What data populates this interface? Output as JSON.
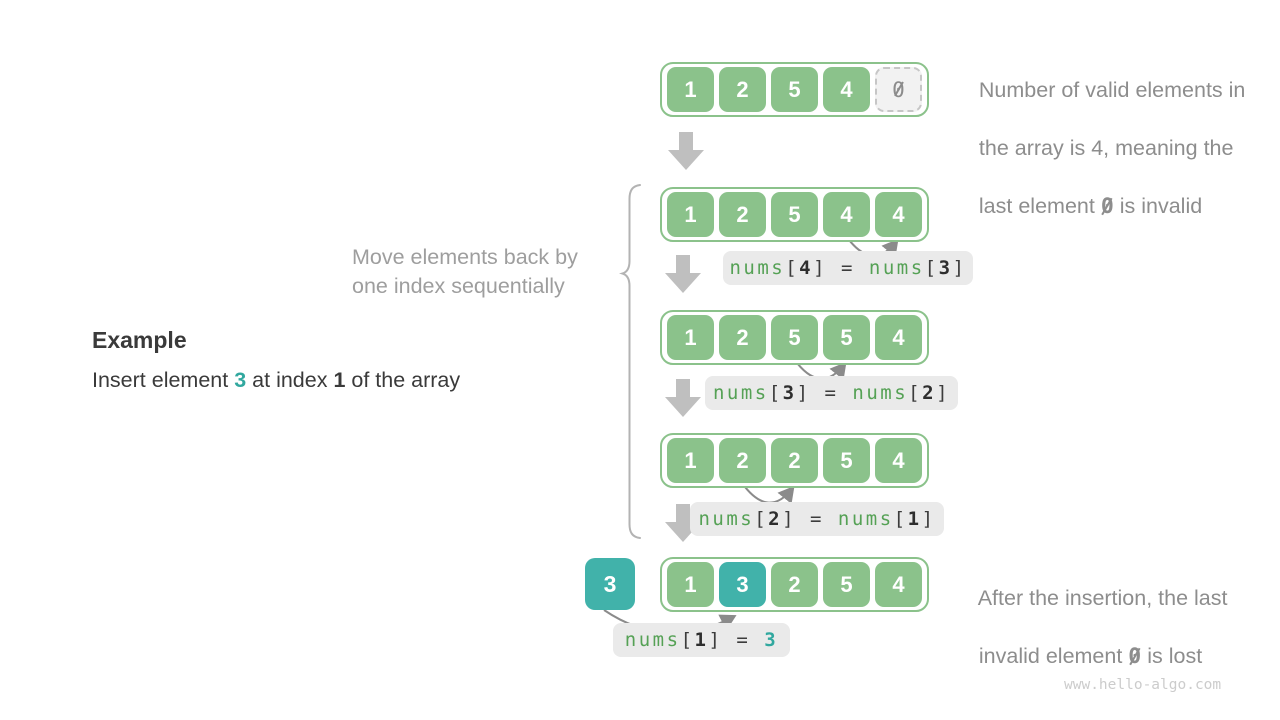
{
  "colors": {
    "green": "#8bc28b",
    "green-text": "#55a155",
    "teal": "#41b2aa",
    "teal-text": "#31a89f",
    "gray-note": "#8d8d8d",
    "gray-move": "#9e9e9e",
    "label-bg": "#eaeaea",
    "arrow": "#bfbfbf",
    "arc": "#8b8b8b",
    "brace": "#b3b3b3",
    "invalid-bg": "#f2f2f2",
    "invalid-border": "#c6c6c6",
    "invalid-text": "#8c8c8c",
    "watermark": "#cccccc"
  },
  "example": {
    "title": "Example",
    "parts": [
      {
        "t": "Insert element ",
        "c": "p"
      },
      {
        "t": "3",
        "c": "tb"
      },
      {
        "t": " at index ",
        "c": "p"
      },
      {
        "t": "1",
        "c": "db"
      },
      {
        "t": " of the array",
        "c": "p"
      }
    ]
  },
  "move_note": {
    "line1": "Move elements back by",
    "line2": "one index sequentially"
  },
  "note_top": {
    "line1": "Number of valid elements in",
    "line2": "the array is 4, meaning the",
    "line3_parts": [
      {
        "t": "last element ",
        "c": "p"
      },
      {
        "t": "0",
        "c": "z"
      },
      {
        "t": " is invalid",
        "c": "p"
      }
    ]
  },
  "note_bottom": {
    "line1": "After the insertion, the last",
    "line2_parts": [
      {
        "t": "invalid element ",
        "c": "p"
      },
      {
        "t": "0",
        "c": "z"
      },
      {
        "t": " is lost",
        "c": "p"
      }
    ]
  },
  "inserted": {
    "value": "3"
  },
  "arrays": [
    {
      "cells": [
        {
          "v": "1",
          "t": "g"
        },
        {
          "v": "2",
          "t": "g"
        },
        {
          "v": "5",
          "t": "g"
        },
        {
          "v": "4",
          "t": "g"
        },
        {
          "v": "0",
          "t": "x"
        }
      ]
    },
    {
      "cells": [
        {
          "v": "1",
          "t": "g"
        },
        {
          "v": "2",
          "t": "g"
        },
        {
          "v": "5",
          "t": "g"
        },
        {
          "v": "4",
          "t": "g"
        },
        {
          "v": "4",
          "t": "g"
        }
      ]
    },
    {
      "cells": [
        {
          "v": "1",
          "t": "g"
        },
        {
          "v": "2",
          "t": "g"
        },
        {
          "v": "5",
          "t": "g"
        },
        {
          "v": "5",
          "t": "g"
        },
        {
          "v": "4",
          "t": "g"
        }
      ]
    },
    {
      "cells": [
        {
          "v": "1",
          "t": "g"
        },
        {
          "v": "2",
          "t": "g"
        },
        {
          "v": "2",
          "t": "g"
        },
        {
          "v": "5",
          "t": "g"
        },
        {
          "v": "4",
          "t": "g"
        }
      ]
    },
    {
      "cells": [
        {
          "v": "1",
          "t": "g"
        },
        {
          "v": "3",
          "t": "t"
        },
        {
          "v": "2",
          "t": "g"
        },
        {
          "v": "5",
          "t": "g"
        },
        {
          "v": "4",
          "t": "g"
        }
      ]
    }
  ],
  "labels": [
    {
      "parts": [
        {
          "t": "nums",
          "c": "g"
        },
        {
          "t": "[",
          "c": "d"
        },
        {
          "t": "4",
          "c": "b"
        },
        {
          "t": "]",
          "c": "d"
        },
        {
          "t": " = ",
          "c": "d"
        },
        {
          "t": "nums",
          "c": "g"
        },
        {
          "t": "[",
          "c": "d"
        },
        {
          "t": "3",
          "c": "b"
        },
        {
          "t": "]",
          "c": "d"
        }
      ]
    },
    {
      "parts": [
        {
          "t": "nums",
          "c": "g"
        },
        {
          "t": "[",
          "c": "d"
        },
        {
          "t": "3",
          "c": "b"
        },
        {
          "t": "]",
          "c": "d"
        },
        {
          "t": " = ",
          "c": "d"
        },
        {
          "t": "nums",
          "c": "g"
        },
        {
          "t": "[",
          "c": "d"
        },
        {
          "t": "2",
          "c": "b"
        },
        {
          "t": "]",
          "c": "d"
        }
      ]
    },
    {
      "parts": [
        {
          "t": "nums",
          "c": "g"
        },
        {
          "t": "[",
          "c": "d"
        },
        {
          "t": "2",
          "c": "b"
        },
        {
          "t": "]",
          "c": "d"
        },
        {
          "t": " = ",
          "c": "d"
        },
        {
          "t": "nums",
          "c": "g"
        },
        {
          "t": "[",
          "c": "d"
        },
        {
          "t": "1",
          "c": "b"
        },
        {
          "t": "]",
          "c": "d"
        }
      ]
    },
    {
      "parts": [
        {
          "t": "nums",
          "c": "g"
        },
        {
          "t": "[",
          "c": "d"
        },
        {
          "t": "1",
          "c": "b"
        },
        {
          "t": "]",
          "c": "d"
        },
        {
          "t": " = ",
          "c": "d"
        },
        {
          "t": "3",
          "c": "tb"
        }
      ]
    }
  ],
  "watermark": "www.hello-algo.com"
}
